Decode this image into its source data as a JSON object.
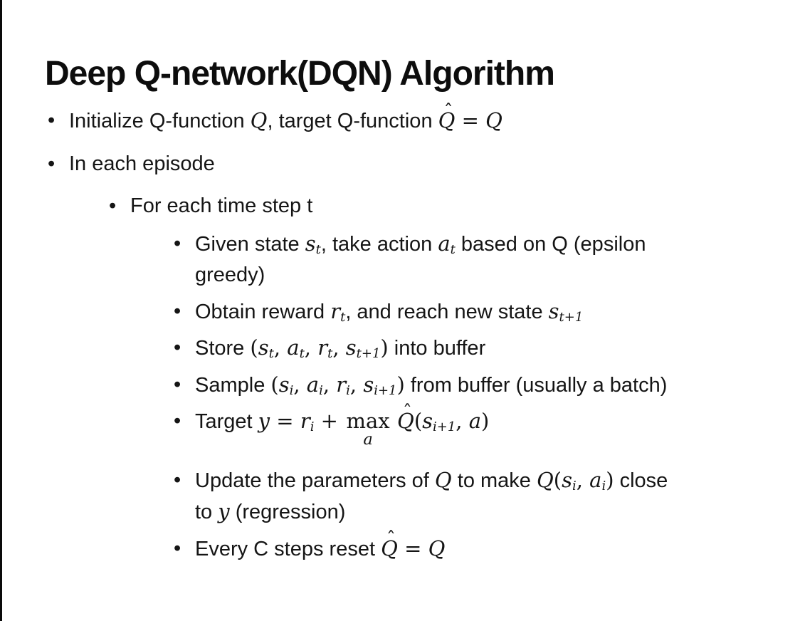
{
  "slide": {
    "title": "Deep Q-network(DQN) Algorithm",
    "text_color": "#151515",
    "background_color": "#ffffff",
    "border_color": "#0a0a0a",
    "bullet_marker": "•",
    "bullets": [
      {
        "level": 1,
        "segments": [
          {
            "t": "Initialize Q-function "
          },
          {
            "t": "Q",
            "k": "m"
          },
          {
            "t": ", target Q-function "
          },
          {
            "t": "Q",
            "k": "hat"
          },
          {
            "t": " = ",
            "k": "mu"
          },
          {
            "t": "Q",
            "k": "m"
          }
        ]
      },
      {
        "level": 1,
        "segments": [
          {
            "t": "In each episode"
          }
        ]
      },
      {
        "level": 2,
        "segments": [
          {
            "t": "For each time step t"
          }
        ]
      },
      {
        "level": 3,
        "segments": [
          {
            "t": "Given state "
          },
          {
            "t": "s",
            "k": "m"
          },
          {
            "t": "t",
            "k": "sub"
          },
          {
            "t": ", take action "
          },
          {
            "t": "a",
            "k": "m"
          },
          {
            "t": "t",
            "k": "sub"
          },
          {
            "t": " based on Q (epsilon"
          },
          {
            "k": "br"
          },
          {
            "t": "greedy)"
          }
        ]
      },
      {
        "level": 3,
        "segments": [
          {
            "t": "Obtain reward "
          },
          {
            "t": "r",
            "k": "m"
          },
          {
            "t": "t",
            "k": "sub"
          },
          {
            "t": ", and reach new state "
          },
          {
            "t": "s",
            "k": "m"
          },
          {
            "t": "t+1",
            "k": "sub"
          }
        ]
      },
      {
        "level": 3,
        "segments": [
          {
            "t": "Store "
          },
          {
            "t": "(",
            "k": "mu"
          },
          {
            "t": "s",
            "k": "m"
          },
          {
            "t": "t",
            "k": "sub"
          },
          {
            "t": ", ",
            "k": "mu"
          },
          {
            "t": "a",
            "k": "m"
          },
          {
            "t": "t",
            "k": "sub"
          },
          {
            "t": ", ",
            "k": "mu"
          },
          {
            "t": "r",
            "k": "m"
          },
          {
            "t": "t",
            "k": "sub"
          },
          {
            "t": ", ",
            "k": "mu"
          },
          {
            "t": "s",
            "k": "m"
          },
          {
            "t": "t+1",
            "k": "sub"
          },
          {
            "t": ")",
            "k": "mu"
          },
          {
            "t": " into buffer"
          }
        ]
      },
      {
        "level": 3,
        "segments": [
          {
            "t": "Sample "
          },
          {
            "t": "(",
            "k": "mu"
          },
          {
            "t": "s",
            "k": "m"
          },
          {
            "t": "i",
            "k": "sub"
          },
          {
            "t": ", ",
            "k": "mu"
          },
          {
            "t": "a",
            "k": "m"
          },
          {
            "t": "i",
            "k": "sub"
          },
          {
            "t": ", ",
            "k": "mu"
          },
          {
            "t": "r",
            "k": "m"
          },
          {
            "t": "i",
            "k": "sub"
          },
          {
            "t": ", ",
            "k": "mu"
          },
          {
            "t": "s",
            "k": "m"
          },
          {
            "t": "i+1",
            "k": "sub"
          },
          {
            "t": ")",
            "k": "mu"
          },
          {
            "t": " from buffer (usually a batch)"
          }
        ]
      },
      {
        "level": 3,
        "gap": "large",
        "segments": [
          {
            "t": "Target "
          },
          {
            "t": "y",
            "k": "m"
          },
          {
            "t": " = ",
            "k": "mu"
          },
          {
            "t": "r",
            "k": "m"
          },
          {
            "t": "i",
            "k": "sub"
          },
          {
            "t": " + ",
            "k": "mu"
          },
          {
            "k": "limop",
            "top": "max",
            "bottom": "a"
          },
          {
            "t": " "
          },
          {
            "t": "Q",
            "k": "hat"
          },
          {
            "t": "(",
            "k": "mu"
          },
          {
            "t": "s",
            "k": "m"
          },
          {
            "t": "i+1",
            "k": "sub"
          },
          {
            "t": ", ",
            "k": "mu"
          },
          {
            "t": "a",
            "k": "m"
          },
          {
            "t": ")",
            "k": "mu"
          }
        ]
      },
      {
        "level": 3,
        "segments": [
          {
            "t": "Update the parameters of "
          },
          {
            "t": "Q",
            "k": "m"
          },
          {
            "t": " to make "
          },
          {
            "t": "Q",
            "k": "m"
          },
          {
            "t": "(",
            "k": "mu"
          },
          {
            "t": "s",
            "k": "m"
          },
          {
            "t": "i",
            "k": "sub"
          },
          {
            "t": ", ",
            "k": "mu"
          },
          {
            "t": "a",
            "k": "m"
          },
          {
            "t": "i",
            "k": "sub"
          },
          {
            "t": ")",
            "k": "mu"
          },
          {
            "t": " close"
          },
          {
            "k": "br"
          },
          {
            "t": "to "
          },
          {
            "t": "y",
            "k": "m"
          },
          {
            "t": " (regression)"
          }
        ]
      },
      {
        "level": 3,
        "segments": [
          {
            "t": "Every C steps reset "
          },
          {
            "t": "Q",
            "k": "hat"
          },
          {
            "t": " = ",
            "k": "mu"
          },
          {
            "t": "Q",
            "k": "m"
          }
        ]
      }
    ]
  }
}
